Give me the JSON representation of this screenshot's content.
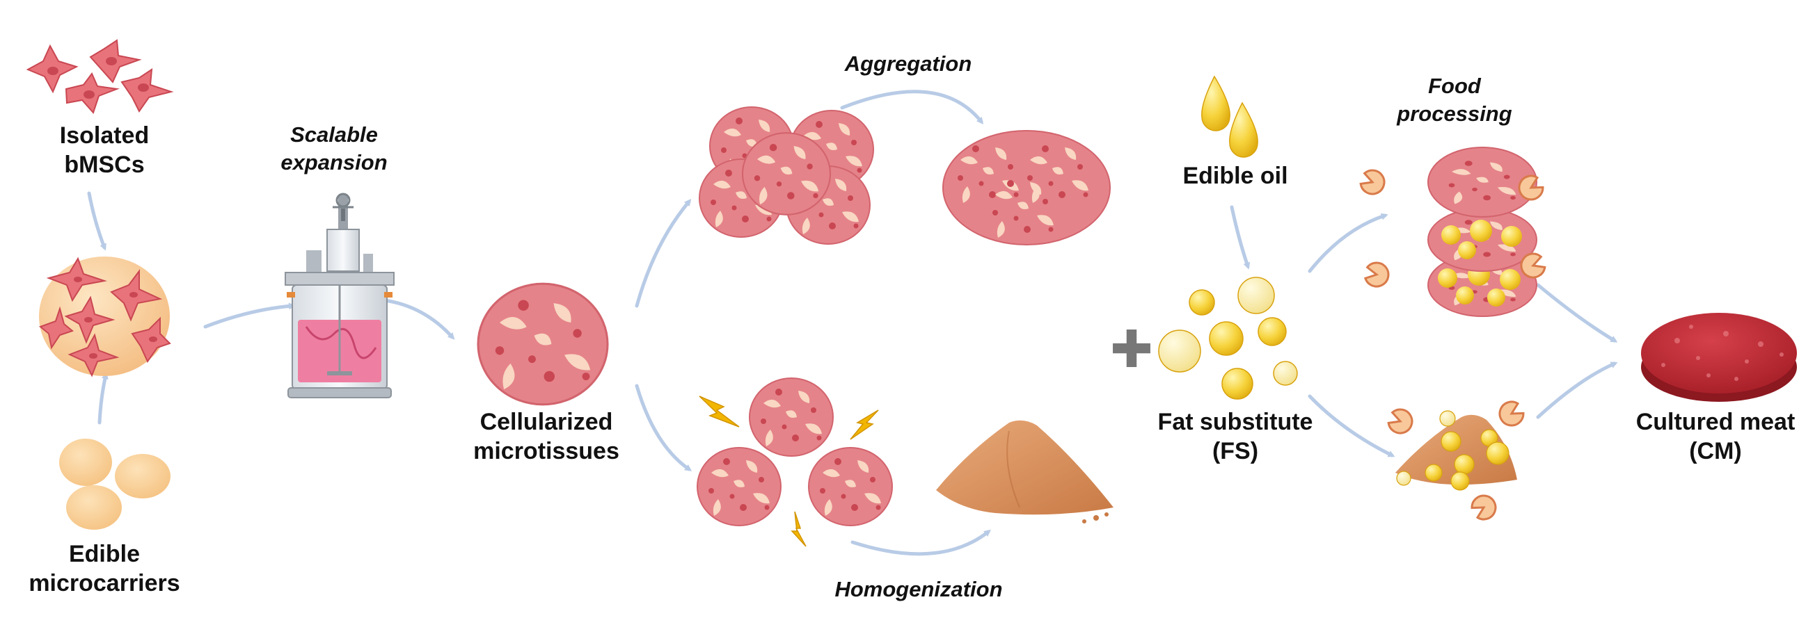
{
  "labels": {
    "isolated_bmscs": [
      "Isolated",
      "bMSCs"
    ],
    "edible_microcarriers": [
      "Edible",
      "microcarriers"
    ],
    "scalable_expansion": [
      "Scalable",
      "expansion"
    ],
    "cellularized_microtissues": [
      "Cellularized",
      "microtissues"
    ],
    "aggregation": "Aggregation",
    "homogenization": "Homogenization",
    "edible_oil": "Edible oil",
    "fat_substitute": [
      "Fat substitute",
      "(FS)"
    ],
    "food_processing": [
      "Food",
      "processing"
    ],
    "cultured_meat": [
      "Cultured meat",
      "(CM)"
    ],
    "plus_sign": "✚"
  },
  "colors": {
    "arrow": "#b8cbe6",
    "cell": "#e8737b",
    "cell_dark": "#c94752",
    "microcarrier": "#f8d2a0",
    "tissue": "#e5838a",
    "tissue_light": "#f9d7c2",
    "powder": "#dc9765",
    "oil": "#f5d030",
    "meat": "#b8252d",
    "bolt": "#f2b600",
    "plus": "#777777",
    "text": "#111111"
  }
}
